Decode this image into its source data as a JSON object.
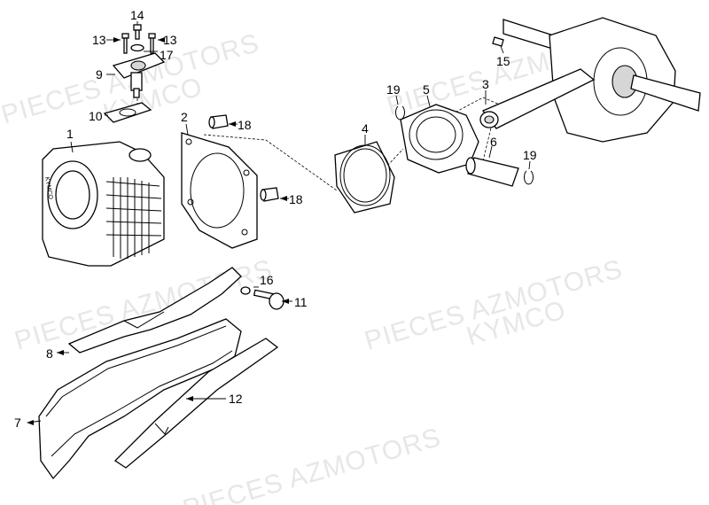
{
  "watermark": {
    "line1": "PIECES AZMOTORS",
    "line2": "KYMCO"
  },
  "cylinder_marking": "KYMCO",
  "callouts": {
    "c1": "1",
    "c2": "2",
    "c3": "3",
    "c4": "4",
    "c5": "5",
    "c6": "6",
    "c7": "7",
    "c8": "8",
    "c9": "9",
    "c10": "10",
    "c11": "11",
    "c12": "12",
    "c13a": "13",
    "c13b": "13",
    "c14": "14",
    "c15": "15",
    "c16": "16",
    "c17": "17",
    "c18a": "18",
    "c18b": "18",
    "c19a": "19",
    "c19b": "19"
  }
}
